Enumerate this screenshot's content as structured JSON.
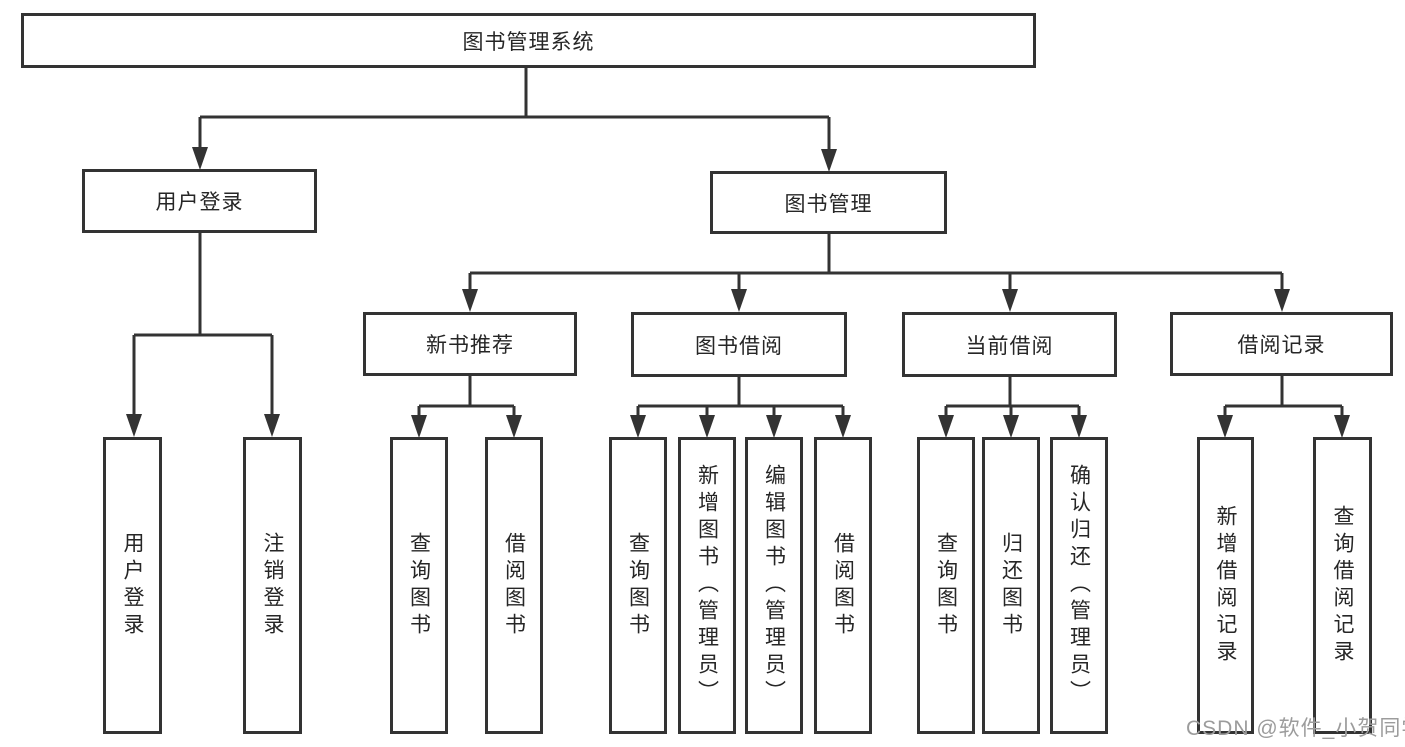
{
  "tree": {
    "root": {
      "label": "图书管理系统"
    },
    "branches": [
      {
        "label": "用户登录",
        "children": [
          {
            "label": "用户登录"
          },
          {
            "label": "注销登录"
          }
        ]
      },
      {
        "label": "图书管理",
        "children": [
          {
            "label": "新书推荐",
            "children": [
              {
                "label": "查询图书"
              },
              {
                "label": "借阅图书"
              }
            ]
          },
          {
            "label": "图书借阅",
            "children": [
              {
                "label": "查询图书"
              },
              {
                "label": "新增图书（管理员）"
              },
              {
                "label": "编辑图书（管理员）"
              },
              {
                "label": "借阅图书"
              }
            ]
          },
          {
            "label": "当前借阅",
            "children": [
              {
                "label": "查询图书"
              },
              {
                "label": "归还图书"
              },
              {
                "label": "确认归还（管理员）"
              }
            ]
          },
          {
            "label": "借阅记录",
            "children": [
              {
                "label": "新增借阅记录"
              },
              {
                "label": "查询借阅记录"
              }
            ]
          }
        ]
      }
    ]
  },
  "watermark": {
    "text": "CSDN @软件_小贺同学"
  },
  "colors": {
    "line": "#333333",
    "box_border": "#333333",
    "text": "#262626",
    "watermark": "#9c9c9c",
    "background": "#ffffff"
  }
}
